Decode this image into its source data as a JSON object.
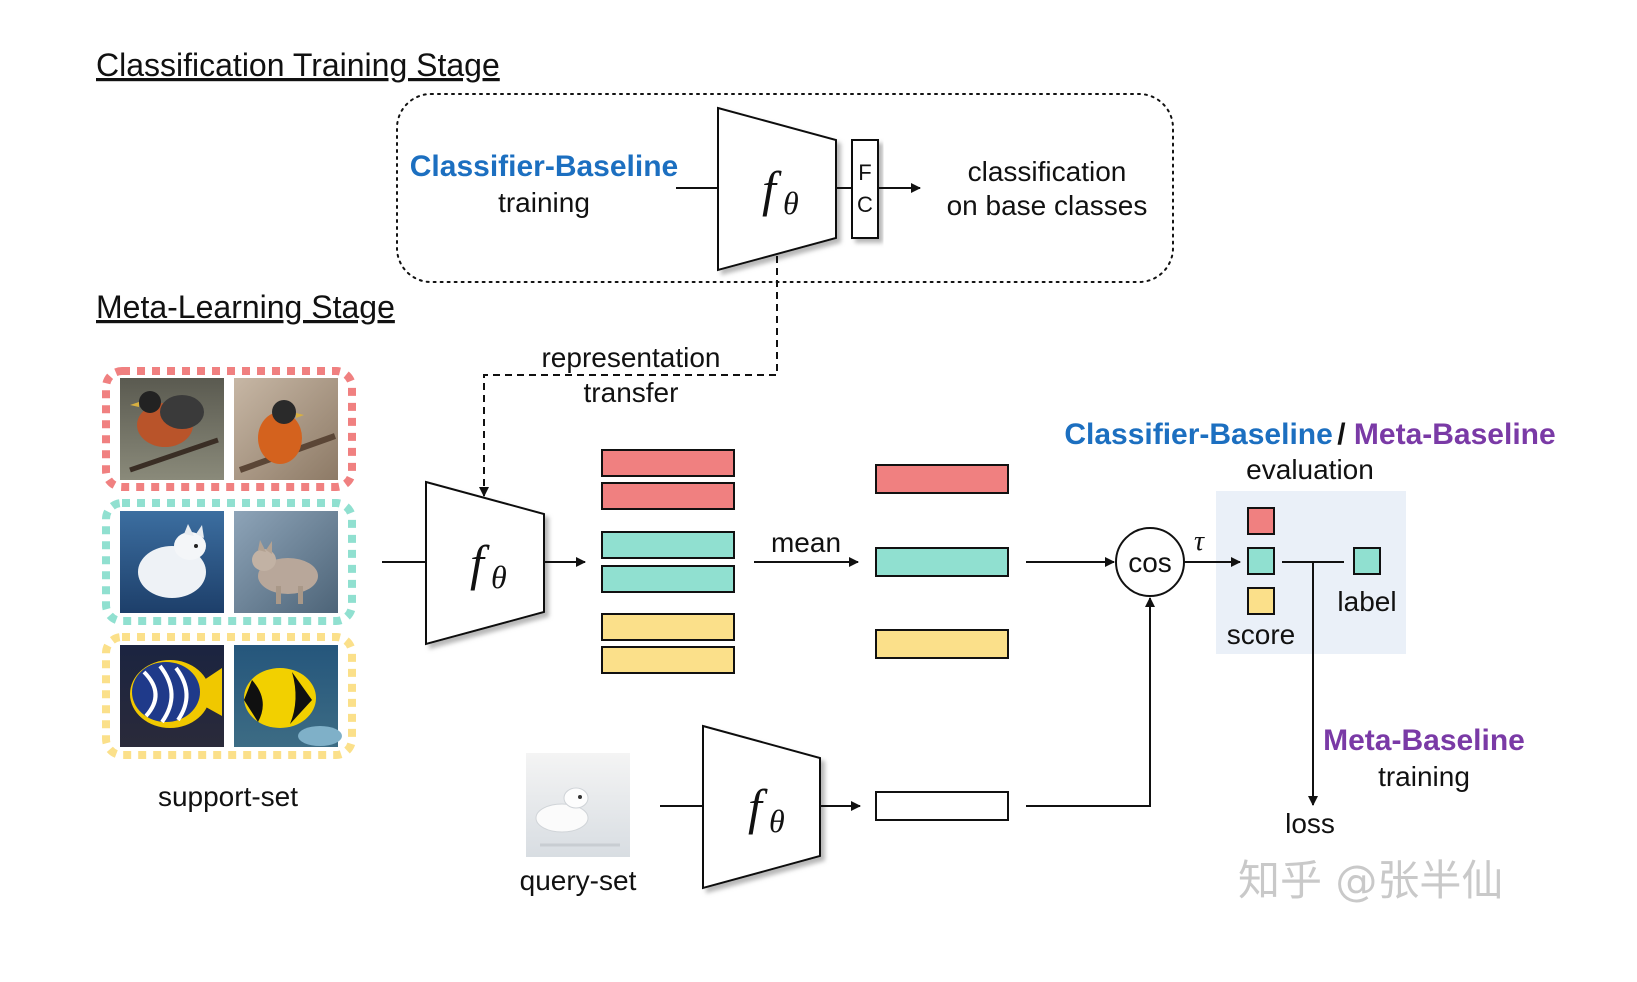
{
  "titles": {
    "stage1": "Classification Training Stage",
    "stage2": "Meta-Learning Stage"
  },
  "stage1": {
    "classifier_baseline": "Classifier-Baseline",
    "training": "training",
    "encoder_f": "f",
    "encoder_sub": "θ",
    "fc_f": "F",
    "fc_c": "C",
    "output_line1": "classification",
    "output_line2": "on base classes"
  },
  "transfer": {
    "line1": "representation",
    "line2": "transfer"
  },
  "meta": {
    "encoder_f": "f",
    "encoder_sub": "θ",
    "mean_label": "mean",
    "support_label": "support-set",
    "query_label": "query-set",
    "cos_label": "cos",
    "tau_label": "τ",
    "eval_classifier": "Classifier-Baseline",
    "eval_slash": "/",
    "eval_meta": "Meta-Baseline",
    "eval_word": "evaluation",
    "score_label": "score",
    "label_label": "label",
    "meta_baseline": "Meta-Baseline",
    "meta_training": "training",
    "loss_label": "loss"
  },
  "colors": {
    "red": "#f08080",
    "teal": "#90e0d0",
    "yellow": "#fbe08a",
    "blue": "#1c6fc0",
    "purple": "#7a3aa6",
    "eval_bg": "#eaf0f8",
    "support_border_red": "#f08080",
    "support_border_teal": "#90e0d0",
    "support_border_yellow": "#fbe08a"
  },
  "images": {
    "support": [
      "bird-photo",
      "bird-photo",
      "arctic-fox-photo",
      "arctic-fox-photo",
      "angelfish-photo",
      "angelfish-photo"
    ],
    "query": "arctic-fox-snow-photo"
  },
  "watermark": "知乎 @张半仙"
}
